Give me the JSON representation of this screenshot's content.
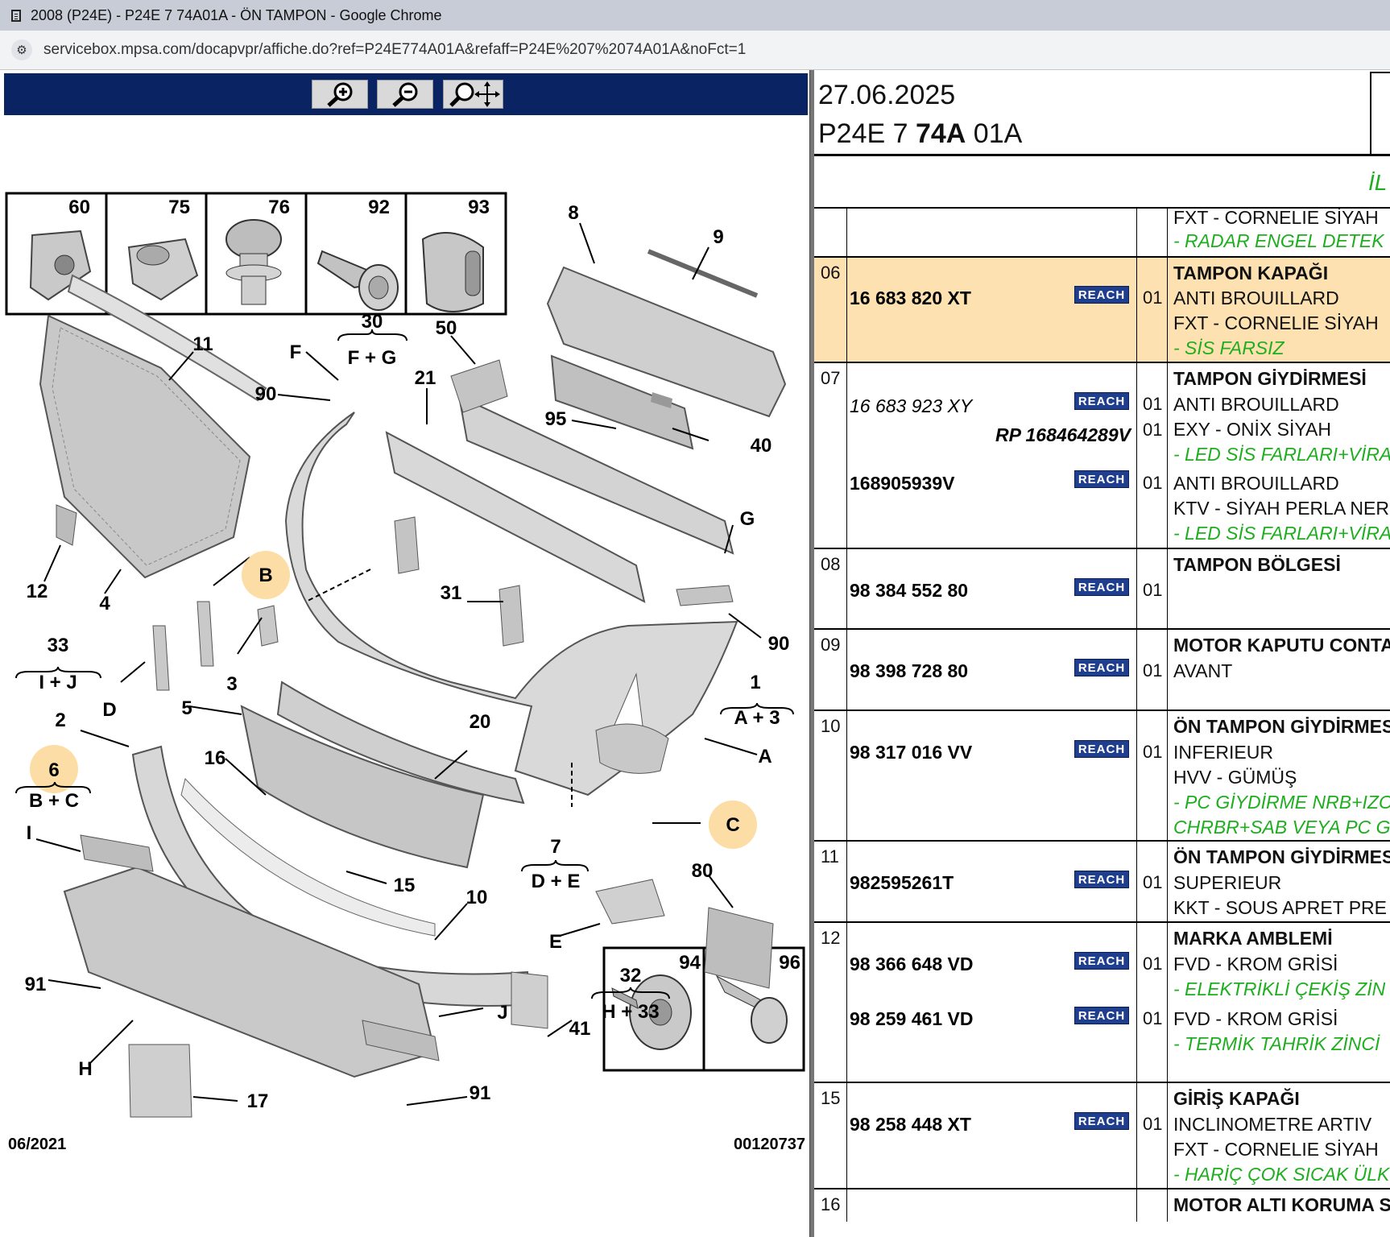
{
  "browser": {
    "title": "2008 (P24E) - P24E 7 74A01A - ÖN TAMPON - Google Chrome",
    "url": "servicebox.mpsa.com/docapvpr/affiche.do?ref=P24E774A01A&refaff=P24E%207%2074A01A&noFct=1"
  },
  "toolbar": {
    "zoom_in": "zoom-in-icon",
    "zoom_out": "zoom-out-icon",
    "zoom_pan": "zoom-pan-icon"
  },
  "diagram": {
    "thumbs": [
      "60",
      "75",
      "76",
      "92",
      "93"
    ],
    "thumbs_bottom": [
      "94",
      "96"
    ],
    "date": "06/2021",
    "ref": "00120737",
    "callouts": [
      "8",
      "9",
      "11",
      "F",
      "30",
      "F + G",
      "50",
      "90",
      "21",
      "95",
      "40",
      "G",
      "12",
      "4",
      "B",
      "31",
      "90",
      "33",
      "I + J",
      "3",
      "D",
      "5",
      "1",
      "A + 3",
      "2",
      "20",
      "A",
      "6",
      "B + C",
      "16",
      "C",
      "I",
      "7",
      "D + E",
      "15",
      "10",
      "80",
      "E",
      "32",
      "H + 33",
      "91",
      "J",
      "41",
      "H",
      "17",
      "91"
    ]
  },
  "header": {
    "date": "27.06.2025",
    "ref_a": "P24E 7 ",
    "ref_b": "74A",
    "ref_c": " 01A",
    "green": "İL"
  },
  "table": {
    "reach": "REACH",
    "r0": {
      "d1": "FXT - CORNELIE SİYAH",
      "d2": "- RADAR ENGEL DETEK"
    },
    "r06": {
      "no": "06",
      "pn": "16 683 820 XT",
      "qty": "01",
      "t": "TAMPON KAPAĞI",
      "d1": "ANTI BROUILLARD",
      "d2": "FXT - CORNELIE SİYAH",
      "g1": "- SİS FARSIZ"
    },
    "r07": {
      "no": "07",
      "pn1": "16 683 923 XY",
      "q1": "01",
      "rp": "RP 168464289V",
      "q2": "01",
      "pn2": "168905939V",
      "q3": "01",
      "t": "TAMPON GİYDİRMESİ",
      "d1": "ANTI BROUILLARD",
      "d2": "EXY - ONİX SİYAH",
      "g1": "- LED SİS FARLARI+VİRA",
      "d3": "ANTI BROUILLARD",
      "d4": "KTV - SİYAH PERLA NER",
      "g2": "- LED SİS FARLARI+VİRA"
    },
    "r08": {
      "no": "08",
      "pn": "98 384 552 80",
      "qty": "01",
      "t": "TAMPON BÖLGESİ"
    },
    "r09": {
      "no": "09",
      "pn": "98 398 728 80",
      "qty": "01",
      "t": "MOTOR KAPUTU CONTA",
      "d1": "AVANT"
    },
    "r10": {
      "no": "10",
      "pn": "98 317 016 VV",
      "qty": "01",
      "t": "ÖN TAMPON GİYDİRMES",
      "d1": "INFERIEUR",
      "d2": "HVV - GÜMÜŞ",
      "g1": "- PC GİYDİRME NRB+IZO",
      "g2": "CHRBR+SAB VEYA PC G"
    },
    "r11": {
      "no": "11",
      "pn": "982595261T",
      "qty": "01",
      "t": "ÖN TAMPON GİYDİRMES",
      "d1": "SUPERIEUR",
      "d2": "KKT - SOUS APRET PRE"
    },
    "r12": {
      "no": "12",
      "pn1": "98 366 648 VD",
      "q1": "01",
      "pn2": "98 259 461 VD",
      "q2": "01",
      "t": "MARKA AMBLEMİ",
      "d1": "FVD - KROM GRİSİ",
      "g1": "- ELEKTRİKLİ ÇEKİŞ ZİN",
      "d2": "FVD - KROM GRİSİ",
      "g2": "- TERMİK TAHRİK ZİNCİ"
    },
    "r15": {
      "no": "15",
      "pn": "98 258 448 XT",
      "qty": "01",
      "t": "GİRİŞ KAPAĞI",
      "d1": "INCLINOMETRE ARTIV",
      "d2": "FXT - CORNELIE SİYAH",
      "g1": "- HARİÇ ÇOK SICAK ÜLK"
    },
    "r16": {
      "no": "16",
      "t": "MOTOR ALTI KORUMA S"
    }
  }
}
